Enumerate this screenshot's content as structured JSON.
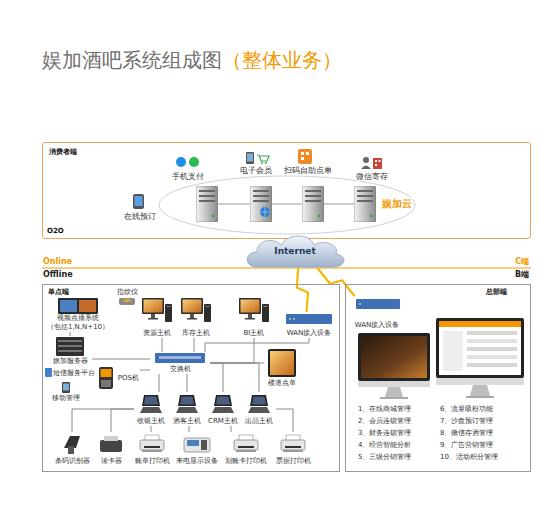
{
  "diagram": {
    "title": "娱加酒吧系统组成图",
    "nodes": [
      {
        "text": [
          "消费者端"
        ]
      },
      {
        "text": [
          "Internet"
        ]
      },
      {
        "text": [
          "单点端"
        ]
      },
      {
        "text": [
          "视频点播系统 （包括1,N,N+10）"
        ],
        "in": 2
      },
      {
        "text": [
          "指纹仪"
        ],
        "in": 2
      },
      {
        "text": [
          "资源主机"
        ],
        "in": 2
      },
      {
        "text": [
          "库存主机"
        ],
        "in": 2
      },
      {
        "text": [
          "BI主机"
        ],
        "in": 2
      },
      {
        "text": [
          "WAN接入设备"
        ],
        "in": 2
      },
      {
        "text": [
          "娱加服务器"
        ],
        "in": 2
      },
      {
        "text": [
          "短信服务平台"
        ],
        "in": 2
      },
      {
        "text": [
          "移动管理"
        ],
        "in": 2
      },
      {
        "text": [
          "POS机"
        ],
        "in": 2
      },
      {
        "text": [
          "交换机"
        ],
        "in": 2
      },
      {
        "text": [
          "楼道点单"
        ],
        "in": 2
      },
      {
        "text": [
          "收银主机"
        ],
        "in": 2
      },
      {
        "text": [
          "酒客主机"
        ],
        "in": 2
      },
      {
        "text": [
          "CRM主机"
        ],
        "in": 2
      },
      {
        "text": [
          "出品主机"
        ],
        "in": 2
      },
      {
        "text": [
          "条码识别器"
        ],
        "in": 2
      },
      {
        "text": [
          "读卡器"
        ],
        "in": 2
      },
      {
        "text": [
          "账单打印机"
        ],
        "in": 2
      },
      {
        "text": [
          "来电显示设备"
        ],
        "in": 2
      },
      {
        "text": [
          "划账卡打印机"
        ],
        "in": 2
      },
      {
        "text": [
          "票据打印机"
        ],
        "in": 2
      },
      {
        "text": [
          "总部端"
        ]
      },
      {
        "text": [
          "WAN接入设备"
        ],
        "in": 25
      }
    ],
    "edges": [
      {
        "from": 13,
        "to": 5,
        "arrow": "none"
      },
      {
        "from": 13,
        "to": 6,
        "arrow": "none"
      },
      {
        "from": 13,
        "to": 7,
        "arrow": "none"
      },
      {
        "from": 13,
        "to": 8,
        "arrow": "none"
      },
      {
        "from": 13,
        "to": 14,
        "arrow": "none"
      },
      {
        "from": 13,
        "to": 9,
        "arrow": "none"
      },
      {
        "from": 13,
        "to": 12,
        "arrow": "none"
      },
      {
        "from": 3,
        "to": 9,
        "arrow": "none"
      },
      {
        "from": 13,
        "to": 15,
        "arrow": "none"
      },
      {
        "from": 13,
        "to": 16,
        "arrow": "none"
      },
      {
        "from": 13,
        "to": 17,
        "arrow": "none"
      },
      {
        "from": 13,
        "to": 18,
        "arrow": "none"
      },
      {
        "from": 15,
        "to": 21,
        "arrow": "none"
      },
      {
        "from": 15,
        "to": 19,
        "arrow": "none"
      },
      {
        "from": 15,
        "to": 20,
        "arrow": "none"
      },
      {
        "from": 16,
        "to": 22,
        "arrow": "none"
      },
      {
        "from": 17,
        "to": 23,
        "arrow": "none"
      },
      {
        "from": 18,
        "to": 24,
        "arrow": "none"
      },
      {
        "from": 8,
        "to": 1,
        "arrow": "none"
      },
      {
        "from": 26,
        "to": 1,
        "arrow": "none"
      }
    ],
    "labels": [
      "（整体业务）",
      "手机支付",
      "电子会员",
      "扫码自助点单",
      "微信寄存",
      "在线预订",
      "娱加云",
      "O2O",
      "Online",
      "C端",
      "Offline",
      "B端",
      "1、在线商城管理",
      "2、会员连锁管理",
      "3、财务连锁管理",
      "4、经营智能分析",
      "5、三级分销管理",
      "6、流量吸粉功能",
      "7、沙盘预订管理",
      "8、微信存酒管理",
      "9、广告营销管理",
      "10、活动积分管理"
    ]
  }
}
